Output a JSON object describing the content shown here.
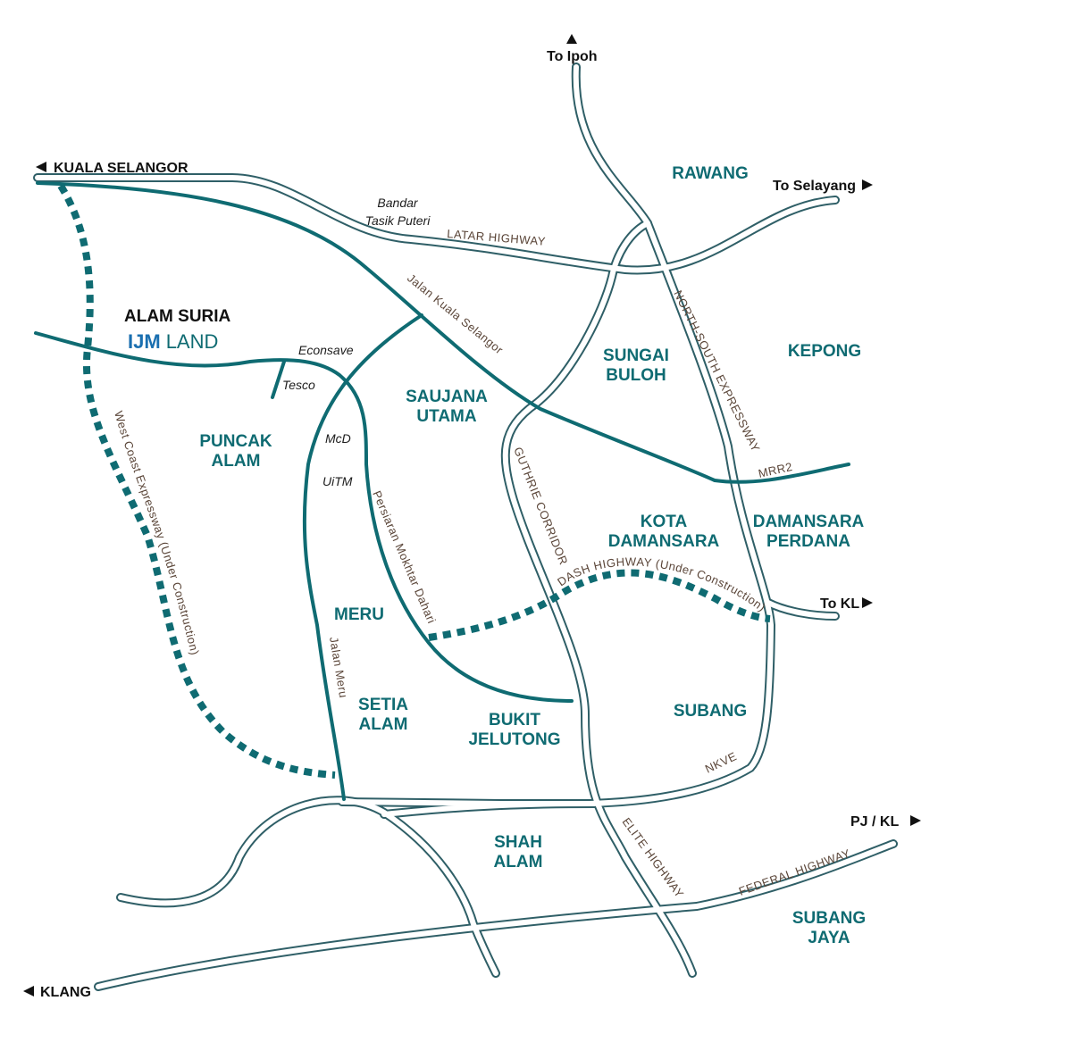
{
  "colors": {
    "teal": "#0f6b72",
    "road_outline": "#2f5f67",
    "ijm_blue": "#1a6fb0",
    "label_brown": "#5a4538"
  },
  "brand": {
    "title": "ALAM SURIA",
    "logo_part1": "IJM",
    "logo_part2": "LAND"
  },
  "areas": {
    "rawang": "RAWANG",
    "kepong": "KEPONG",
    "sungai_buloh_1": "SUNGAI",
    "sungai_buloh_2": "BULOH",
    "saujana_utama_1": "SAUJANA",
    "saujana_utama_2": "UTAMA",
    "puncak_alam_1": "PUNCAK",
    "puncak_alam_2": "ALAM",
    "kota_damansara_1": "KOTA",
    "kota_damansara_2": "DAMANSARA",
    "damansara_perdana_1": "DAMANSARA",
    "damansara_perdana_2": "PERDANA",
    "meru": "MERU",
    "setia_alam_1": "SETIA",
    "setia_alam_2": "ALAM",
    "bukit_jelutong_1": "BUKIT",
    "bukit_jelutong_2": "JELUTONG",
    "subang": "SUBANG",
    "shah_alam_1": "SHAH",
    "shah_alam_2": "ALAM",
    "subang_jaya_1": "SUBANG",
    "subang_jaya_2": "JAYA"
  },
  "directions": {
    "to_ipoh": "To Ipoh",
    "kuala_selangor": "KUALA SELANGOR",
    "to_selayang": "To Selayang",
    "to_kl": "To KL",
    "pj_kl": "PJ / KL",
    "klang": "KLANG"
  },
  "roads": {
    "latar_highway": "LATAR HIGHWAY",
    "jalan_kuala_selangor": "Jalan Kuala Selangor",
    "north_south_expressway": "NORTH-SOUTH EXPRESSWAY",
    "mrr2": "MRR2",
    "guthrie_corridor": "GUTHRIE CORRIDOR",
    "persiaran_mokhtar_dahari": "Persiaran Mokhtar Dahari",
    "dash_highway": "DASH HIGHWAY (Under Construction)",
    "west_coast_expressway": "West Coast Expressway (Under Construction)",
    "jalan_meru": "Jalan Meru",
    "nkve": "NKVE",
    "elite_highway": "ELITE HIGHWAY",
    "federal_highway": "FEDERAL HIGHWAY"
  },
  "pois": {
    "bandar_tasik_puteri_1": "Bandar",
    "bandar_tasik_puteri_2": "Tasik Puteri",
    "econsave": "Econsave",
    "tesco": "Tesco",
    "mcd": "McD",
    "uitm": "UiTM"
  }
}
